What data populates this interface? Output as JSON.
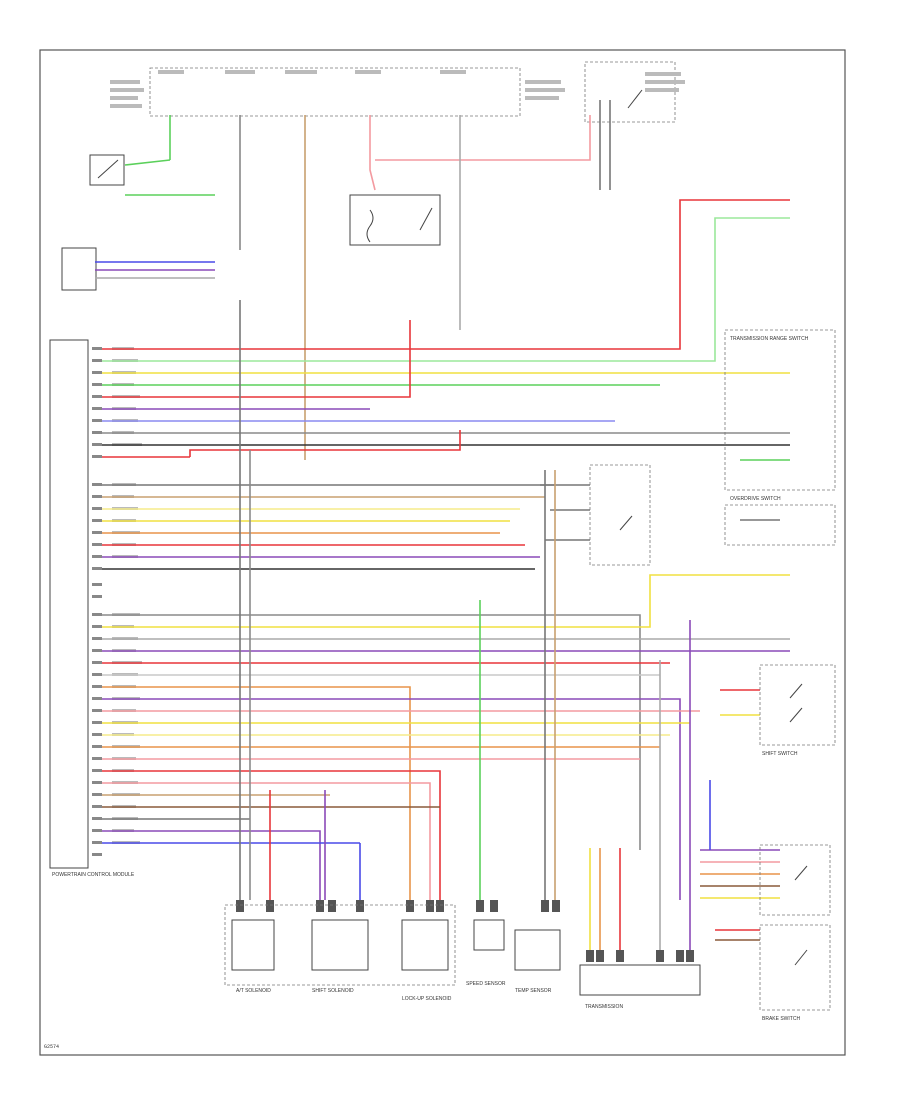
{
  "footer_code": "G2574",
  "colors": {
    "red": "#e8353a",
    "pink": "#f39aa0",
    "green": "#5bd05b",
    "lightgreen": "#9be89b",
    "blue": "#4a4ae8",
    "violet": "#8a4ab8",
    "orange": "#e8944a",
    "tan": "#c8a070",
    "yellow": "#f0e040",
    "lightyellow": "#f5ec8a",
    "gray": "#8a8a8a",
    "black": "#333333",
    "brown": "#8a5a3a",
    "white": "#c8c8c8"
  },
  "ecm_label": "POWERTRAIN CONTROL MODULE",
  "transmission_label": "TRANSMISSION",
  "bottom_components": [
    {
      "id": "a",
      "label": "A/T SOLENOID"
    },
    {
      "id": "b",
      "label": "SHIFT SOLENOID"
    },
    {
      "id": "c",
      "label": "LOCK-UP SOLENOID"
    },
    {
      "id": "d",
      "label": "SPEED SENSOR"
    },
    {
      "id": "e",
      "label": "TEMP SENSOR"
    }
  ],
  "right_components": [
    {
      "id": "r1",
      "label": "TRANSMISSION RANGE SWITCH"
    },
    {
      "id": "r2",
      "label": "SHIFT SWITCH"
    },
    {
      "id": "r3",
      "label": "OVERDRIVE SWITCH"
    },
    {
      "id": "r4",
      "label": "BRAKE SWITCH"
    }
  ]
}
